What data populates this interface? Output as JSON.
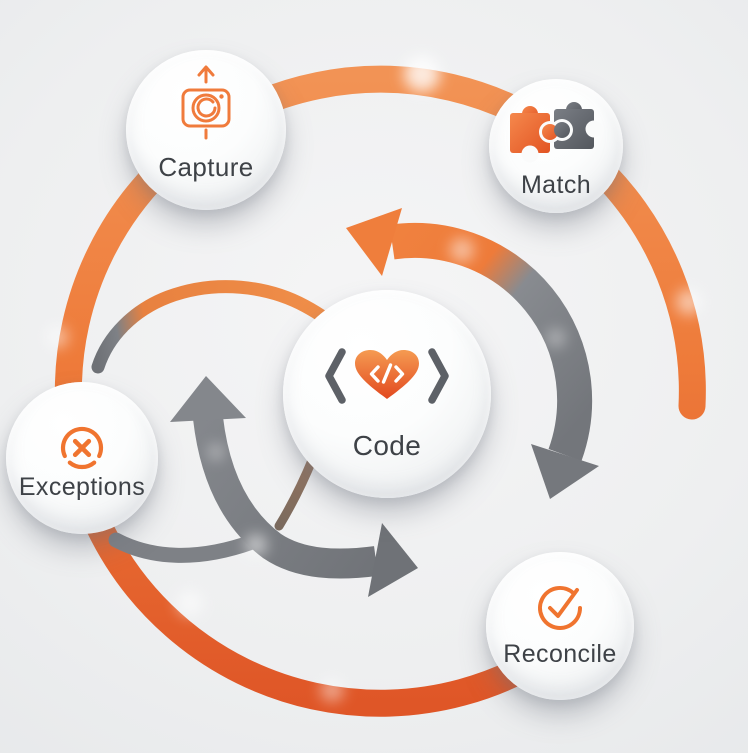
{
  "diagram": {
    "nodes": [
      {
        "id": "capture",
        "label": "Capture",
        "icon": "camera-capture-icon"
      },
      {
        "id": "match",
        "label": "Match",
        "icon": "puzzle-match-icon"
      },
      {
        "id": "code",
        "label": "Code",
        "icon": "heart-code-icon"
      },
      {
        "id": "exceptions",
        "label": "Exceptions",
        "icon": "error-x-icon"
      },
      {
        "id": "reconcile",
        "label": "Reconcile",
        "icon": "check-reconcile-icon"
      }
    ],
    "connectors": [
      {
        "id": "outer-ring",
        "description": "large orange ring linking Capture, Match, Exceptions and Reconcile, rounded end cap at right"
      },
      {
        "id": "center-cycle-arrow",
        "description": "arc around Code: orange left-pointing head at top blending to gray down-pointing head at right"
      },
      {
        "id": "s-curve-arrow",
        "description": "gray two-headed S-curve below Code: one head points up, one points right toward Reconcile"
      },
      {
        "id": "exceptions-stub",
        "description": "short gray connector from Exceptions crossing under the S-curve"
      },
      {
        "id": "upper-left-arc",
        "description": "thin arc above Exceptions, gray end blending to orange toward Code"
      },
      {
        "id": "brown-arc-fragment",
        "description": "small brown arc fragment at lower-left edge of Code"
      }
    ]
  },
  "colors": {
    "accent_orange": "#EE7B3A",
    "deep_orange": "#DF5627",
    "arrow_gray": "#75787D",
    "label_text": "#3E4247",
    "node_fill": "#FBFCFC",
    "background": "#EDEEEF"
  }
}
